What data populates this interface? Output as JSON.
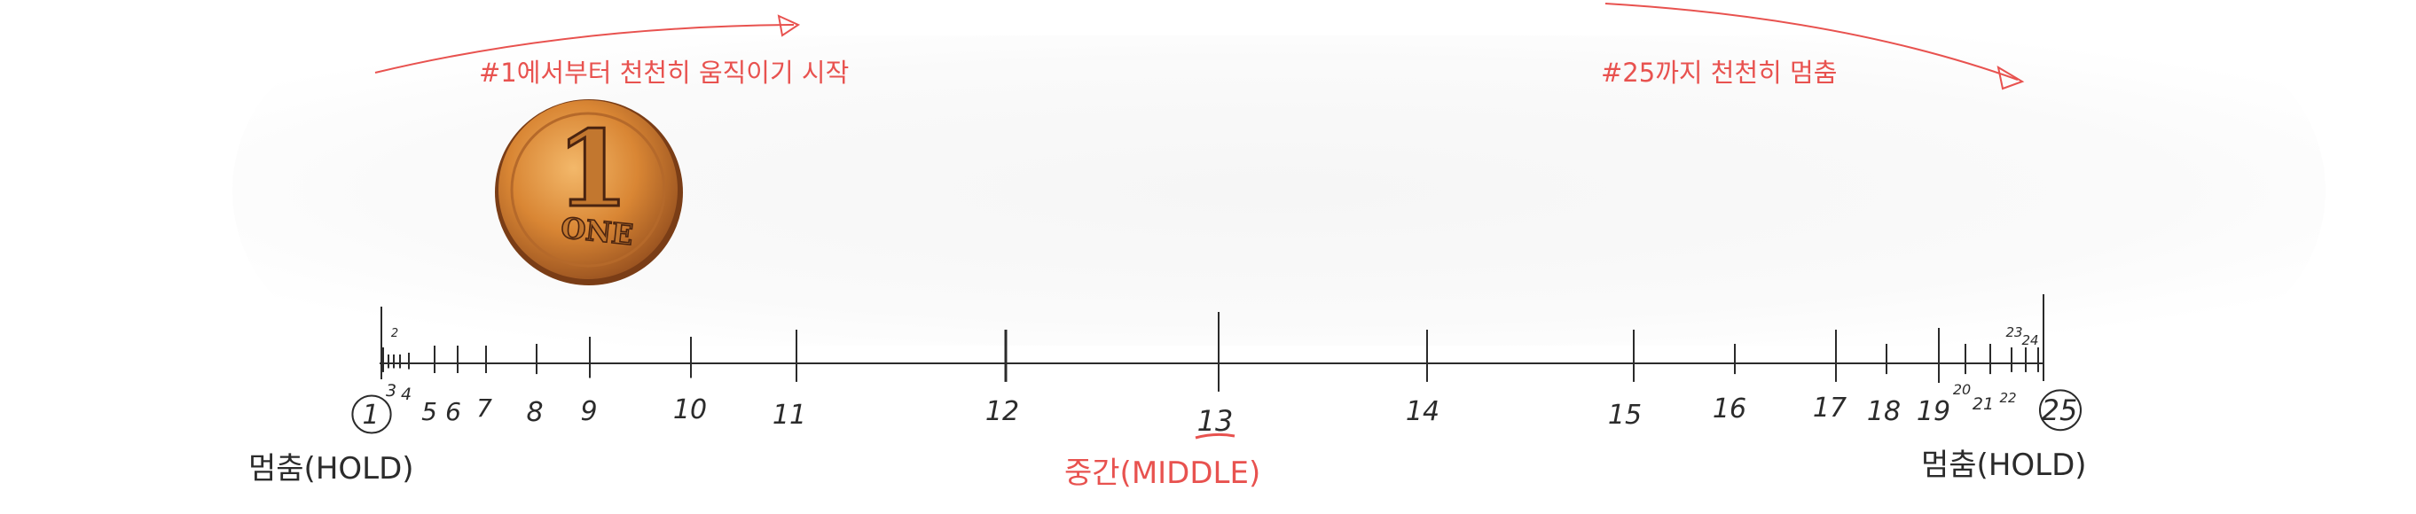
{
  "colors": {
    "ink": "#2b2b2b",
    "annotation": "#e8524f",
    "coin_fill": "#d9893c",
    "coin_highlight": "#f0b065",
    "coin_shadow": "#8a4a1c",
    "backdrop": "#f7f7f7"
  },
  "annotations": {
    "start_note": "#1에서부터 천천히 움직이기 시작",
    "stop_note": "#25까지 천천히 멈춤"
  },
  "coin": {
    "numeral": "1",
    "word": "ONE",
    "icon": "coin-icon"
  },
  "timeline": {
    "frame_count": 25,
    "frames": [
      {
        "frame": 1,
        "label": "1",
        "circled": true
      },
      {
        "frame": 2,
        "label": "2"
      },
      {
        "frame": 3,
        "label": "3"
      },
      {
        "frame": 4,
        "label": "4"
      },
      {
        "frame": 5,
        "label": "5"
      },
      {
        "frame": 6,
        "label": "6"
      },
      {
        "frame": 7,
        "label": "7"
      },
      {
        "frame": 8,
        "label": "8"
      },
      {
        "frame": 9,
        "label": "9"
      },
      {
        "frame": 10,
        "label": "10"
      },
      {
        "frame": 11,
        "label": "11"
      },
      {
        "frame": 12,
        "label": "12"
      },
      {
        "frame": 13,
        "label": "13",
        "key": true
      },
      {
        "frame": 14,
        "label": "14"
      },
      {
        "frame": 15,
        "label": "15"
      },
      {
        "frame": 16,
        "label": "16"
      },
      {
        "frame": 17,
        "label": "17"
      },
      {
        "frame": 18,
        "label": "18"
      },
      {
        "frame": 19,
        "label": "19"
      },
      {
        "frame": 20,
        "label": "20"
      },
      {
        "frame": 21,
        "label": "21"
      },
      {
        "frame": 22,
        "label": "22"
      },
      {
        "frame": 23,
        "label": "23"
      },
      {
        "frame": 24,
        "label": "24"
      },
      {
        "frame": 25,
        "label": "25",
        "circled": true
      }
    ]
  },
  "keys": {
    "start": "멈춤(HOLD)",
    "middle": "중간(MIDDLE)",
    "end": "멈춤(HOLD)"
  }
}
